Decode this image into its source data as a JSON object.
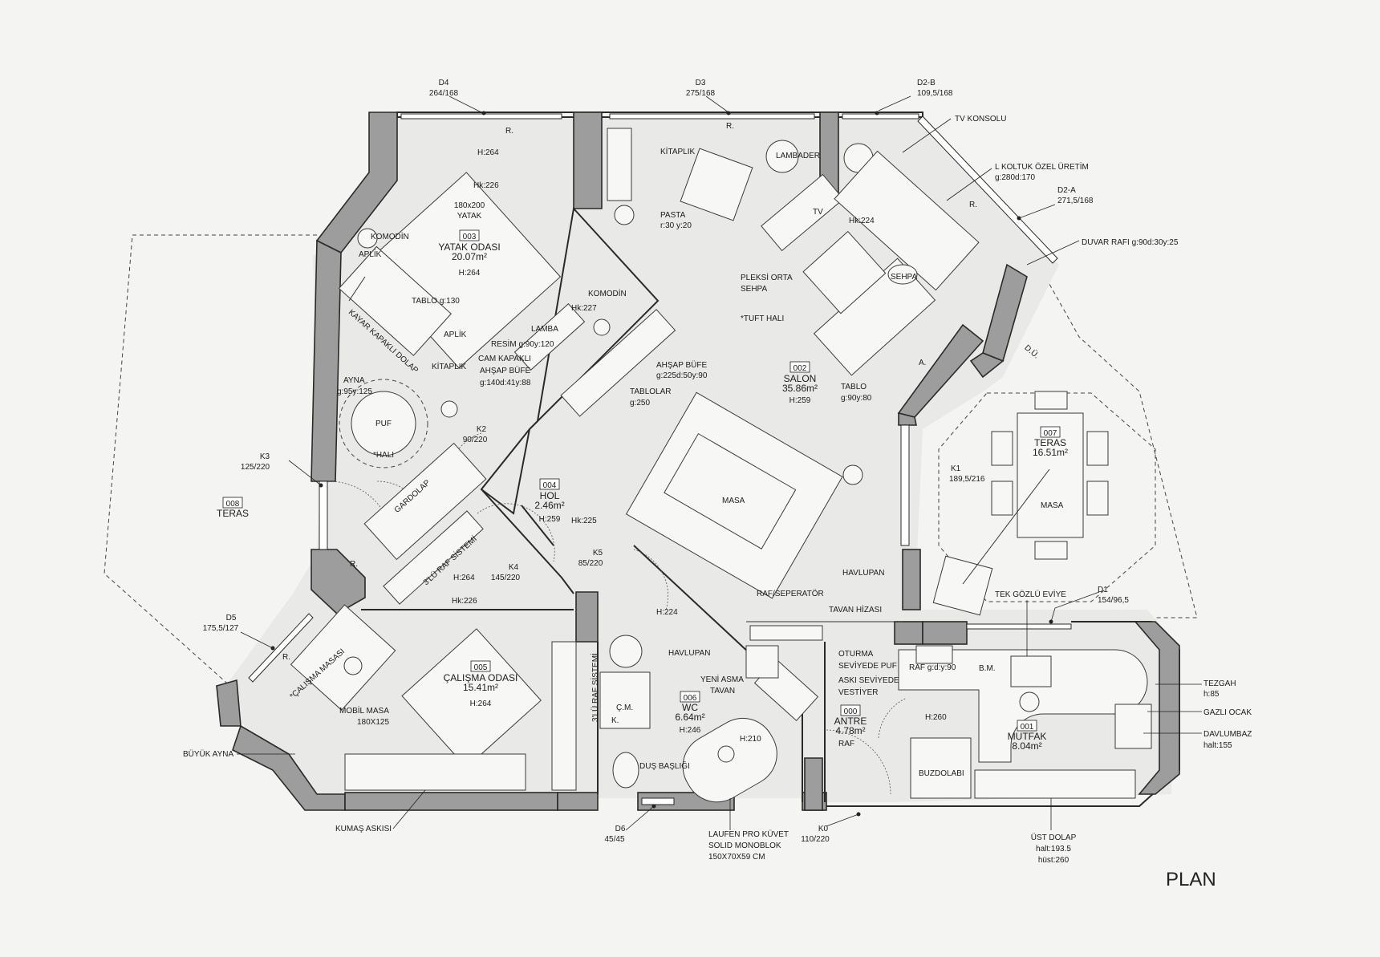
{
  "title": "PLAN",
  "rooms": {
    "r000": {
      "code": "000",
      "name": "ANTRE",
      "area": "4.78m²"
    },
    "r001": {
      "code": "001",
      "name": "MUTFAK",
      "area": "8.04m²"
    },
    "r002": {
      "code": "002",
      "name": "SALON",
      "area": "35.86m²",
      "height": "H:259"
    },
    "r003": {
      "code": "003",
      "name": "YATAK ODASI",
      "area": "20.07m²",
      "height": "H:264"
    },
    "r004": {
      "code": "004",
      "name": "HOL",
      "area": "2.46m²",
      "height": "H:259"
    },
    "r005": {
      "code": "005",
      "name": "ÇALIŞMA ODASI",
      "area": "15.41m²",
      "height": "H:264"
    },
    "r006": {
      "code": "006",
      "name": "WC",
      "area": "6.64m²",
      "height": "H:246"
    },
    "r007": {
      "code": "007",
      "name": "TERAS",
      "area": "16.51m²"
    },
    "r008": {
      "code": "008",
      "name": "TERAS"
    }
  },
  "windows": {
    "d4": {
      "name": "D4",
      "size": "264/168"
    },
    "d3": {
      "name": "D3",
      "size": "275/168"
    },
    "d2b": {
      "name": "D2-B",
      "size": "109,5/168"
    },
    "d2a": {
      "name": "D2-A",
      "size": "271,5/168"
    },
    "d1": {
      "name": "D1",
      "size": "154/96,5"
    },
    "d5": {
      "name": "D5",
      "size": "175,5/127"
    },
    "d6": {
      "name": "D6",
      "size": "45/45"
    }
  },
  "doors": {
    "k0": {
      "name": "K0",
      "size": "110/220"
    },
    "k1": {
      "name": "K1",
      "size": "189,5/216"
    },
    "k2": {
      "name": "K2",
      "size": "90/220"
    },
    "k3": {
      "name": "K3",
      "size": "125/220"
    },
    "k4": {
      "name": "K4",
      "size": "145/220"
    },
    "k5": {
      "name": "K5",
      "size": "85/220"
    }
  },
  "labels": {
    "tv_konsolu": "TV KONSOLU",
    "l_koltuk": "L KOLTUK ÖZEL ÜRETİM",
    "l_koltuk_dim": "g:280d:170",
    "duvar_rafi": "DUVAR RAFI g:90d:30y:25",
    "kitaplik_salon": "KİTAPLIK",
    "lambader": "LAMBADER",
    "tv": "TV",
    "pasta": "PASTA",
    "pasta_dim": "r:30 y:20",
    "pleksi": "PLEKSİ ORTA",
    "sehpa_a": "SEHPA",
    "sehpa_b": "SEHPA",
    "tuft_hali": "*TUFT HALI",
    "komodin_hol": "KOMODİN",
    "lamba": "LAMBA",
    "resim": "RESİM g:90y:120",
    "cam_kapakli": "CAM KAPAKLI",
    "ahsap_bufe_left": "AHŞAP BÜFE",
    "ahsap_bufe_left_dim": "g:140d:41y:88",
    "ahsap_bufe_right": "AHŞAP BÜFE",
    "ahsap_bufe_right_dim": "g:225d:50y:90",
    "tablolar": "TABLOLAR",
    "tablolar_dim": "g:250",
    "tablo_salon": "TABLO",
    "tablo_salon_dim": "g:90y:80",
    "masa_salon": "MASA",
    "masa_teras": "MASA",
    "du": "D.Ü.",
    "havlupan_salon": "HAVLUPAN",
    "raf_seperator": "RAF/SEPERATÖR",
    "tavan_hizasi": "TAVAN HİZASI",
    "tek_gozlu": "TEK GÖZLÜ EVİYE",
    "raf_mutfak": "RAF g:d:y:90",
    "bm": "B.M.",
    "tezgah": "TEZGAH",
    "tezgah_h": "h:85",
    "gazli_ocak": "GAZLI OCAK",
    "davlumbaz": "DAVLUMBAZ",
    "davlumbaz_h": "halt:155",
    "buzdolabi": "BUZDOLABI",
    "ust_dolap": "ÜST DOLAP",
    "ust_dolap_h1": "halt:193.5",
    "ust_dolap_h2": "hüst:260",
    "oturma": "OTURMA",
    "seviyede_puf": "SEVİYEDE PUF",
    "aski_seviyede": "ASKI SEVİYEDE",
    "vestiyer": "VESTİYER",
    "raf_antre": "RAF",
    "yeni_asma": "YENİ ASMA",
    "tavan": "TAVAN",
    "havlupan_wc": "HAVLUPAN",
    "dus_basligi": "DUŞ BAŞLIĞI",
    "cm": "Ç.M.",
    "k_label": "K.",
    "laufen1": "LAUFEN PRO KÜVET",
    "laufen2": "SOLID MONOBLOK",
    "laufen3": "150X70X59 CM",
    "h210": "H:210",
    "h260": "H:260",
    "h224_hol": "H:224",
    "hk225": "Hk:225",
    "raf_sistemi_3lu": "3'LÜ RAF SİSTEMİ",
    "raf_sistemi_3lu_b": "3'LÜ RAF SİSTEMİ",
    "calisma_masasi": "*ÇALIŞMA MASASI",
    "mobil_masa": "MOBİL MASA",
    "mobil_masa_dim": "180X125",
    "buyuk_ayna": "BÜYÜK AYNA",
    "kumas_askisi": "KUMAŞ ASKISI",
    "h264_calisma": "H:264",
    "hk226_calisma": "Hk:226",
    "gardolap": "GARDOLAP",
    "puf": "PUF",
    "hali": "*HALI",
    "ayna": "AYNA",
    "ayna_dim": "g:95y:125",
    "kayar": "KAYAR KAPAKLI DOLAP",
    "komodin_yatak": "KOMODİN",
    "aplik1": "APLİK",
    "aplik2": "APLİK",
    "tablo_yatak": "TABLO g:130",
    "kitaplik_yatak": "KİTAPLIK",
    "yatak_dim": "180x200",
    "yatak": "YATAK",
    "h264_top": "H:264",
    "hk226_top": "Hk:226",
    "hk227": "Hk:227",
    "hk224_salon": "Hk:224",
    "r_mark": "R.",
    "a_mark": "A."
  }
}
